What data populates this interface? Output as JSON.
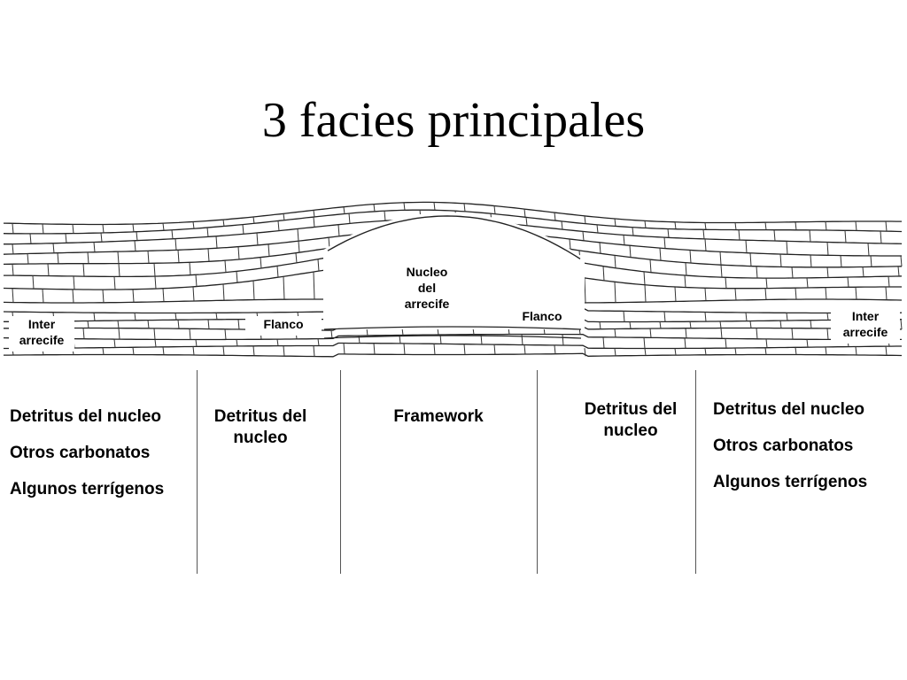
{
  "title": "3 facies principales",
  "diagram_labels": {
    "inter_left": [
      "Inter",
      "arrecife"
    ],
    "flanco_left": "Flanco",
    "nucleo": [
      "Nucleo",
      "del",
      "arrecife"
    ],
    "flanco_right": "Flanco",
    "inter_right": [
      "Inter",
      "arrecife"
    ]
  },
  "columns": {
    "col1": [
      "Detritus del nucleo",
      "Otros carbonatos",
      "Algunos terrígenos"
    ],
    "col2": [
      "Detritus del",
      "nucleo"
    ],
    "col3": [
      "Framework"
    ],
    "col4": [
      "Detritus del",
      "nucleo"
    ],
    "col5": [
      "Detritus del nucleo",
      "Otros carbonatos",
      "Algunos terrígenos"
    ]
  }
}
